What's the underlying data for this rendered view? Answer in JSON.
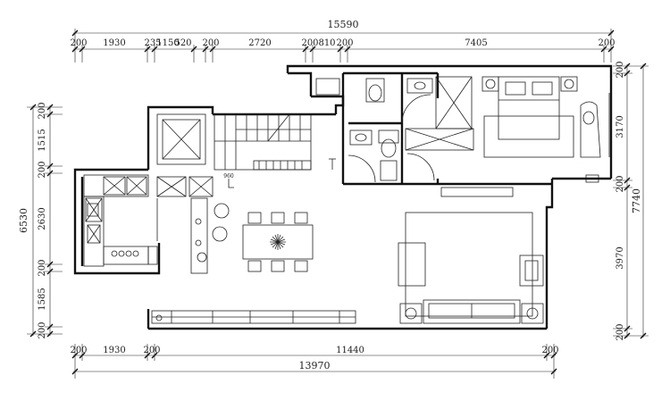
{
  "top_dims": {
    "total": "15590",
    "segments": [
      "200",
      "1930",
      "235",
      "1150",
      "520",
      "200",
      "2720",
      "200",
      "810",
      "200",
      "7405",
      "200"
    ]
  },
  "bottom_dims": {
    "total": "13970",
    "segments": [
      "200",
      "1930",
      "200",
      "11440",
      "200"
    ]
  },
  "left_dims": {
    "total": "6530",
    "segments": [
      "200",
      "1515",
      "200",
      "2630",
      "200",
      "1585",
      "200"
    ]
  },
  "right_dims": {
    "total": "7740",
    "segments": [
      "200",
      "3170",
      "200",
      "3970",
      "200"
    ]
  },
  "stair_note": "960"
}
